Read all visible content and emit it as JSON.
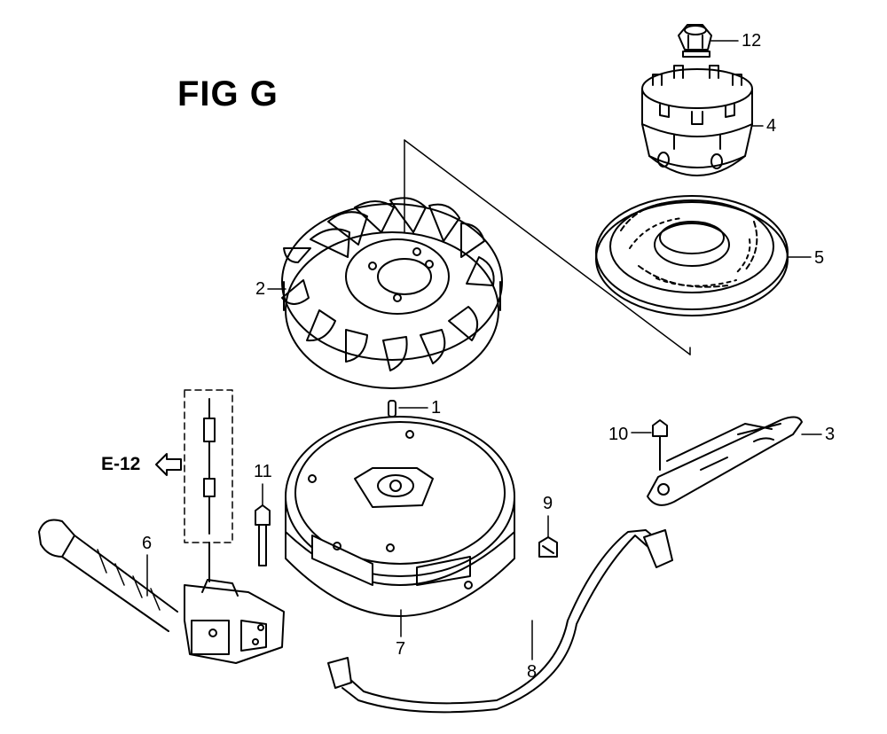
{
  "figure": {
    "title": "FIG G",
    "reference_label": "E-12"
  },
  "callouts": [
    {
      "id": "1",
      "part": "woodruff-key"
    },
    {
      "id": "2",
      "part": "flywheel-fan"
    },
    {
      "id": "3",
      "part": "bracket"
    },
    {
      "id": "4",
      "part": "starter-pulley-cup"
    },
    {
      "id": "5",
      "part": "starter-cup-plate"
    },
    {
      "id": "6",
      "part": "ignition-coil-assembly"
    },
    {
      "id": "7",
      "part": "flywheel"
    },
    {
      "id": "8",
      "part": "wire-harness"
    },
    {
      "id": "9",
      "part": "screw"
    },
    {
      "id": "10",
      "part": "bolt"
    },
    {
      "id": "11",
      "part": "flange-bolt"
    },
    {
      "id": "12",
      "part": "flywheel-nut"
    }
  ],
  "colors": {
    "line": "#000000",
    "background": "#ffffff"
  }
}
